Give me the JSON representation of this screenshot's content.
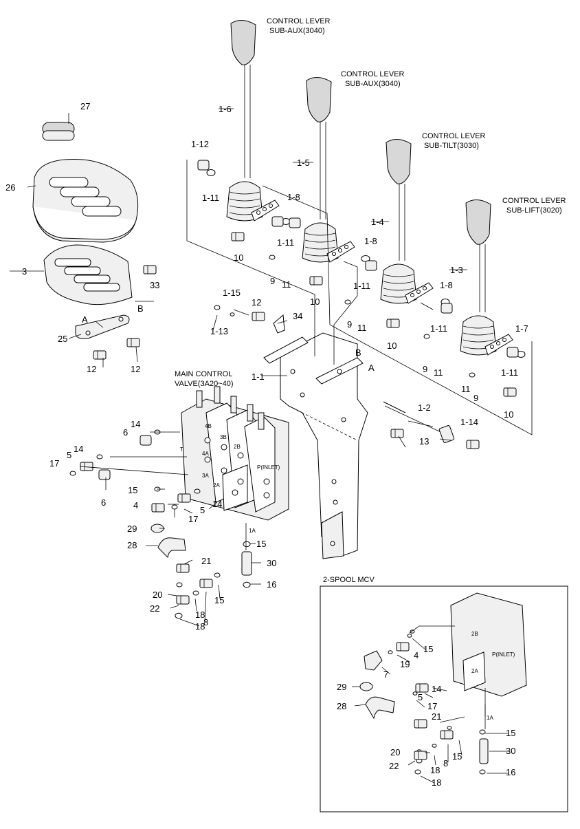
{
  "titles": {
    "lever_1": "CONTROL LEVER",
    "lever_1_sub": "SUB-AUX(3040)",
    "lever_2": "CONTROL LEVER",
    "lever_2_sub": "SUB-AUX(3040)",
    "lever_3": "CONTROL LEVER",
    "lever_3_sub": "SUB-TILT(3030)",
    "lever_4": "CONTROL LEVER",
    "lever_4_sub": "SUB-LIFT(3020)",
    "mcv": "MAIN CONTROL",
    "mcv_sub": "VALVE(3A20~40)",
    "inset": "2-SPOOL MCV"
  },
  "callouts": [
    {
      "id": "c-1-6",
      "text": "1-6"
    },
    {
      "id": "c-1-12",
      "text": "1-12"
    },
    {
      "id": "c-1-11a",
      "text": "1-11"
    },
    {
      "id": "c-10a",
      "text": "10"
    },
    {
      "id": "c-9a",
      "text": "9"
    },
    {
      "id": "c-11a",
      "text": "11"
    },
    {
      "id": "c-1-5",
      "text": "1-5"
    },
    {
      "id": "c-1-8a",
      "text": "1-8"
    },
    {
      "id": "c-1-11b",
      "text": "1-11"
    },
    {
      "id": "c-10b",
      "text": "10"
    },
    {
      "id": "c-9b",
      "text": "9"
    },
    {
      "id": "c-11b",
      "text": "11"
    },
    {
      "id": "c-1-4",
      "text": "1-4"
    },
    {
      "id": "c-1-8b",
      "text": "1-8"
    },
    {
      "id": "c-1-11c",
      "text": "1-11"
    },
    {
      "id": "c-10c",
      "text": "10"
    },
    {
      "id": "c-9c",
      "text": "9"
    },
    {
      "id": "c-11c",
      "text": "11"
    },
    {
      "id": "c-1-3",
      "text": "1-3"
    },
    {
      "id": "c-1-8c",
      "text": "1-8"
    },
    {
      "id": "c-1-11d",
      "text": "1-11"
    },
    {
      "id": "c-1-7",
      "text": "1-7"
    },
    {
      "id": "c-1-11e",
      "text": "1-11"
    },
    {
      "id": "c-11d",
      "text": "11"
    },
    {
      "id": "c-9d",
      "text": "9"
    },
    {
      "id": "c-10d",
      "text": "10"
    },
    {
      "id": "c-27",
      "text": "27"
    },
    {
      "id": "c-26",
      "text": "26"
    },
    {
      "id": "c-3",
      "text": "3"
    },
    {
      "id": "c-33",
      "text": "33"
    },
    {
      "id": "c-B1",
      "text": "B"
    },
    {
      "id": "c-A1",
      "text": "A"
    },
    {
      "id": "c-25",
      "text": "25"
    },
    {
      "id": "c-12a",
      "text": "12"
    },
    {
      "id": "c-12b",
      "text": "12"
    },
    {
      "id": "c-1-15",
      "text": "1-15"
    },
    {
      "id": "c-12c",
      "text": "12"
    },
    {
      "id": "c-1-13",
      "text": "1-13"
    },
    {
      "id": "c-34",
      "text": "34"
    },
    {
      "id": "c-B2",
      "text": "B"
    },
    {
      "id": "c-A2",
      "text": "A"
    },
    {
      "id": "c-1-1",
      "text": "1-1"
    },
    {
      "id": "c-1-2",
      "text": "1-2"
    },
    {
      "id": "c-1-14",
      "text": "1-14"
    },
    {
      "id": "c-13",
      "text": "13"
    },
    {
      "id": "c-14a",
      "text": "14"
    },
    {
      "id": "c-6a",
      "text": "6"
    },
    {
      "id": "c-14b",
      "text": "14"
    },
    {
      "id": "c-5a",
      "text": "5"
    },
    {
      "id": "c-17a",
      "text": "17"
    },
    {
      "id": "c-6b",
      "text": "6"
    },
    {
      "id": "c-15a",
      "text": "15"
    },
    {
      "id": "c-4a",
      "text": "4"
    },
    {
      "id": "c-5b",
      "text": "5"
    },
    {
      "id": "c-14c",
      "text": "14"
    },
    {
      "id": "c-17b",
      "text": "17"
    },
    {
      "id": "c-29a",
      "text": "29"
    },
    {
      "id": "c-28a",
      "text": "28"
    },
    {
      "id": "c-15b",
      "text": "15"
    },
    {
      "id": "c-21a",
      "text": "21"
    },
    {
      "id": "c-30a",
      "text": "30"
    },
    {
      "id": "c-20a",
      "text": "20"
    },
    {
      "id": "c-22a",
      "text": "22"
    },
    {
      "id": "c-18a",
      "text": "18"
    },
    {
      "id": "c-8a",
      "text": "8"
    },
    {
      "id": "c-15c",
      "text": "15"
    },
    {
      "id": "c-16a",
      "text": "16"
    },
    {
      "id": "c-18b",
      "text": "18"
    },
    {
      "id": "c-15d",
      "text": "15"
    },
    {
      "id": "c-4b",
      "text": "4"
    },
    {
      "id": "c-19",
      "text": "19"
    },
    {
      "id": "c-7",
      "text": "7"
    },
    {
      "id": "c-29b",
      "text": "29"
    },
    {
      "id": "c-14d",
      "text": "14"
    },
    {
      "id": "c-5c",
      "text": "5"
    },
    {
      "id": "c-17c",
      "text": "17"
    },
    {
      "id": "c-28b",
      "text": "28"
    },
    {
      "id": "c-21b",
      "text": "21"
    },
    {
      "id": "c-15e",
      "text": "15"
    },
    {
      "id": "c-30b",
      "text": "30"
    },
    {
      "id": "c-20b",
      "text": "20"
    },
    {
      "id": "c-22b",
      "text": "22"
    },
    {
      "id": "c-18c",
      "text": "18"
    },
    {
      "id": "c-8b",
      "text": "8"
    },
    {
      "id": "c-15f",
      "text": "15"
    },
    {
      "id": "c-16b",
      "text": "16"
    },
    {
      "id": "c-18d",
      "text": "18"
    }
  ],
  "port_labels": {
    "p4b": "4B",
    "p3b": "3B",
    "p2b": "2B",
    "p4a": "4A",
    "p3a": "3A",
    "p2a": "2A",
    "p1a": "1A",
    "pT": "T",
    "pinlet": "P(INLET)",
    "i2b": "2B",
    "i2a": "2A",
    "i1a": "1A",
    "iinlet": "P(INLET)"
  }
}
